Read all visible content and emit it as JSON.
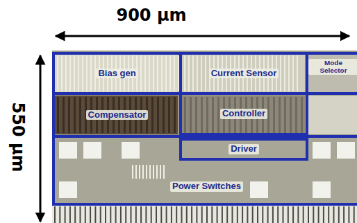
{
  "diagram": {
    "nodes": [
      {
        "text": [
          "Bias gen"
        ]
      },
      {
        "text": [
          "Current Sensor"
        ]
      },
      {
        "text": [
          "Mode Selector"
        ]
      },
      {
        "text": [
          "Compensator"
        ]
      },
      {
        "text": [
          "Controller"
        ]
      },
      {
        "text": [
          "Driver"
        ]
      },
      {
        "text": [
          "Power Switches"
        ]
      }
    ],
    "labels": [
      "900 μm",
      "550 μm"
    ]
  }
}
